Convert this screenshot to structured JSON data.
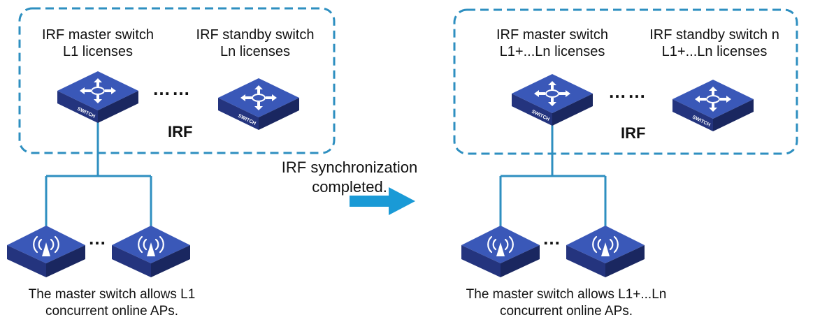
{
  "left": {
    "master_line1": "IRF master switch",
    "master_line2": "L1 licenses",
    "standby_line1": "IRF standby switch",
    "standby_line2": "Ln licenses",
    "irf_label": "IRF",
    "switch_dots": "……",
    "ap_dots": "…",
    "caption_line1": "The master switch allows L1",
    "caption_line2": "concurrent online APs."
  },
  "middle": {
    "sync_line1": "IRF synchronization",
    "sync_line2": "completed."
  },
  "right": {
    "master_line1": "IRF master switch",
    "master_line2": "L1+...Ln licenses",
    "standby_line1": "IRF standby switch n",
    "standby_line2": "L1+...Ln licenses",
    "irf_label": "IRF",
    "switch_dots": "……",
    "ap_dots": "…",
    "caption_line1": "The master switch allows L1+...Ln",
    "caption_line2": "concurrent online APs."
  },
  "device_labels": {
    "switch": "SWITCH"
  },
  "colors": {
    "dash_border": "#2e8fc0",
    "link_line": "#2e8fc0",
    "arrow": "#1a9ad6",
    "device_top": "#3a58b8",
    "device_side": "#24347e",
    "device_front": "#1a2760",
    "device_icon": "#ffffff"
  }
}
